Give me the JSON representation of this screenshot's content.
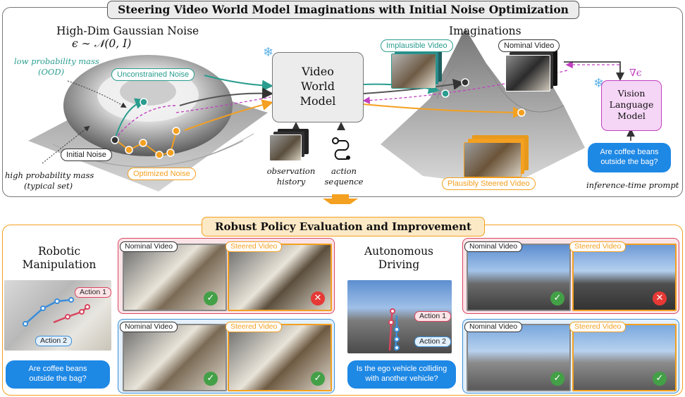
{
  "top": {
    "title": "Steering Video World Model Imaginations with Initial Noise Optimization",
    "noise_heading": "High-Dim Gaussian Noise",
    "noise_formula": "ϵ ∼ 𝒩(0, I)",
    "low_prob": "low probability mass",
    "low_prob_sub": "(OOD)",
    "high_prob": "high probability mass",
    "high_prob_sub": "(typical set)",
    "unconstrained_noise": "Unconstrained Noise",
    "initial_noise": "Initial Noise",
    "optimized_noise": "Optimized Noise",
    "video_world_model": [
      "Video",
      "World",
      "Model"
    ],
    "observation_history": [
      "observation",
      "history"
    ],
    "action_sequence": [
      "action",
      "sequence"
    ],
    "imaginations": "Imaginations",
    "implausible_video": "Implausible Video",
    "nominal_video": "Nominal Video",
    "plausibly_steered_video": "Plausibly Steered Video",
    "grad_symbol": "∇ϵ",
    "vlm": [
      "Vision",
      "Language",
      "Model"
    ],
    "prompt_bubble": [
      "Are coffee beans",
      "outside the bag?"
    ],
    "inference_prompt": "inference-time prompt"
  },
  "bottom": {
    "title": "Robust Policy Evaluation and Improvement",
    "robotic_label": [
      "Robotic",
      "Manipulation"
    ],
    "driving_label": [
      "Autonomous",
      "Driving"
    ],
    "action1": "Action 1",
    "action2": "Action 2",
    "robot_question": [
      "Are coffee beans",
      "outside the bag?"
    ],
    "driving_question": [
      "Is the ego vehicle colliding",
      "with another vehicle?"
    ],
    "nominal_video": "Nominal Video",
    "steered_video": "Steered Video",
    "check": "✓",
    "cross": "✕"
  },
  "colors": {
    "teal": "#2a9d8f",
    "orange": "#f4a020",
    "magenta": "#c040c0",
    "red_frame": "#d9455f",
    "blue_frame": "#3b8ed8",
    "bubble_blue": "#1e88e5",
    "top_panel_border": "#777777",
    "bottom_panel_border": "#f4a020"
  }
}
